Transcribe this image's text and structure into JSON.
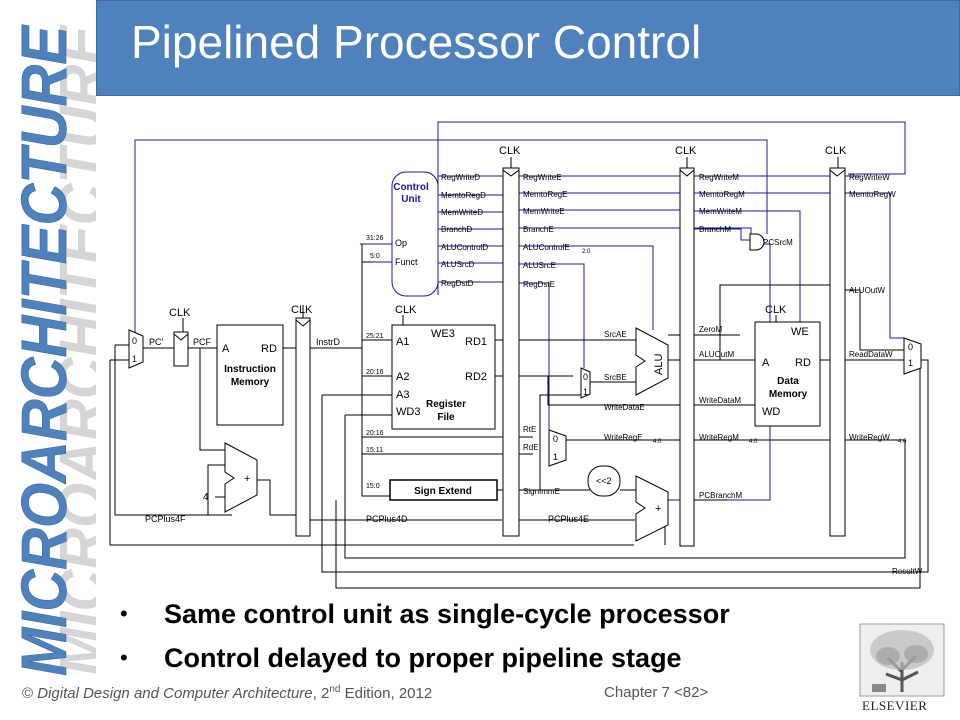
{
  "slide": {
    "title": "Pipelined Processor Control",
    "side_text": "MICROARCHITECTURE",
    "bullets": [
      {
        "text": "Same control unit as single-cycle processor"
      },
      {
        "text": "Control delayed to proper pipeline stage"
      }
    ],
    "footer": {
      "copyright": "©",
      "book": "Digital Design and Computer Architecture",
      "edition_pre": ", 2",
      "edition_sup": "nd",
      "edition_post": " Edition, 2012",
      "chapter": "Chapter 7 <82>"
    },
    "logo_text": "ELSEVIER"
  },
  "diagram": {
    "clk": "CLK",
    "mux_0": "0",
    "mux_1": "1",
    "pc_prime": "PC'",
    "pcf": "PCF",
    "imem_a": "A",
    "imem_rd": "RD",
    "imem_label1": "Instruction",
    "imem_label2": "Memory",
    "four": "4",
    "plus": "+",
    "pcplus4f": "PCPlus4F",
    "pcplus4d": "PCPlus4D",
    "pcplus4e": "PCPlus4E",
    "instrd": "InstrD",
    "control_unit1": "Control",
    "control_unit2": "Unit",
    "op": "Op",
    "funct": "Funct",
    "bits_31_26": "31:26",
    "bits_5_0": "5:0",
    "bits_25_21": "25:21",
    "bits_20_16a": "20:16",
    "bits_20_16b": "20:16",
    "bits_15_11": "15:11",
    "bits_15_0": "15:0",
    "ctrl_d": [
      "RegWriteD",
      "MemtoRegD",
      "MemWriteD",
      "BranchD",
      "ALUControlD",
      "ALUSrcD",
      "RegDstD"
    ],
    "ctrl_e": [
      "RegWriteE",
      "MemtoRegE",
      "MemWriteE",
      "BranchE",
      "ALUControlE",
      "ALUSrcE",
      "RegDstE"
    ],
    "ctrl_e_sub": "2:0",
    "ctrl_m": [
      "RegWriteM",
      "MemtoRegM",
      "MemWriteM",
      "BranchM"
    ],
    "ctrl_w": [
      "RegWriteW",
      "MemtoRegW"
    ],
    "pcsrcm": "PCSrcM",
    "we3": "WE3",
    "a1": "A1",
    "a2": "A2",
    "a3": "A3",
    "wd3": "WD3",
    "rd1": "RD1",
    "rd2": "RD2",
    "regfile1": "Register",
    "regfile2": "File",
    "sign_extend": "Sign Extend",
    "signimme": "SignImmE",
    "rte": "RtE",
    "rde": "RdE",
    "srcae": "SrcAE",
    "srcbe": "SrcBE",
    "alu": "ALU",
    "writedatae": "WriteDataE",
    "writerege": "WriteRegE",
    "sub_4_0": "4:0",
    "shift": "<<2",
    "zerom": "ZeroM",
    "aluoutm": "ALUOutM",
    "writedatam": "WriteDataM",
    "writeregm": "WriteRegM",
    "pcbranchm": "PCBranchM",
    "dmem_we": "WE",
    "dmem_a": "A",
    "dmem_rd": "RD",
    "dmem_wd": "WD",
    "dmem_label1": "Data",
    "dmem_label2": "Memory",
    "aluoutw": "ALUOutW",
    "readdataw": "ReadDataW",
    "writeregw": "WriteRegW",
    "resultw": "ResultW"
  },
  "colors": {
    "title_bg": "#4f81bd",
    "control": "#1a1aa6",
    "datapath": "#000000"
  }
}
